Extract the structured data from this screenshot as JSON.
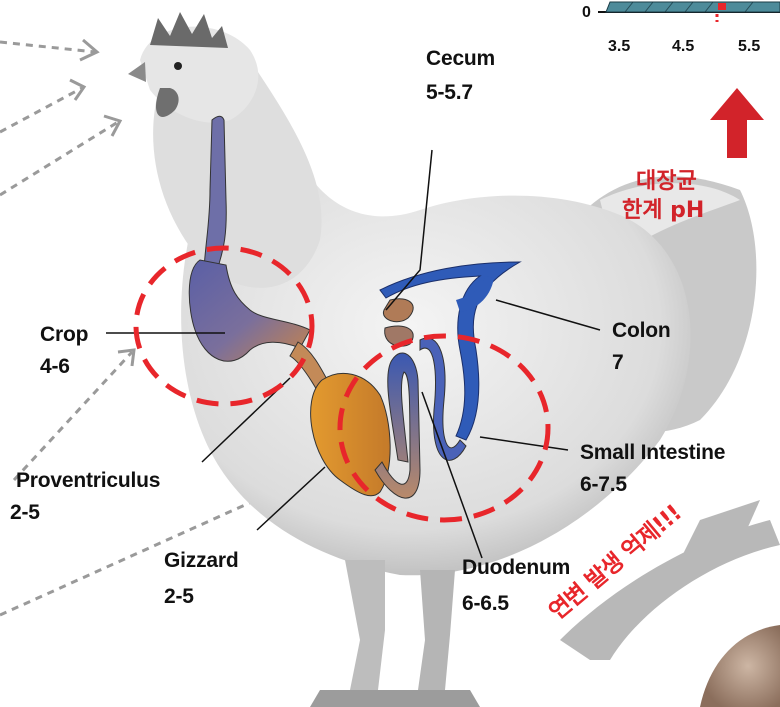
{
  "chart_fragment": {
    "zero_label": "0",
    "x_ticks": [
      "3.5",
      "4.5",
      "5.5"
    ]
  },
  "annotation": {
    "line1": "대장균",
    "line2": "한계 pH"
  },
  "banner": {
    "text": "연변 발생 억제!!!"
  },
  "organs": [
    {
      "name": "Cecum",
      "ph": "5-5.7"
    },
    {
      "name": "Crop",
      "ph": "4-6"
    },
    {
      "name": "Colon",
      "ph": "7"
    },
    {
      "name": "Proventriculus",
      "ph": "2-5"
    },
    {
      "name": "Small Intestine",
      "ph": "6-7.5"
    },
    {
      "name": "Gizzard",
      "ph": "2-5"
    },
    {
      "name": "Duodenum",
      "ph": "6-6.5"
    }
  ],
  "colors": {
    "highlight_circle": "#e8262b",
    "arrow": "#d2232a",
    "banner": "#b8b8b8",
    "crop_tract": "#6e6fa8",
    "gizzard": "#e0922e",
    "intestine": "#2f5bb8"
  }
}
